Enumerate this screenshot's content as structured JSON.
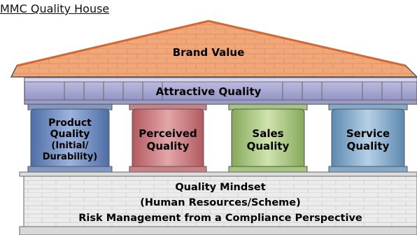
{
  "title": "MMC Quality House",
  "roof": {
    "label": "Brand Value"
  },
  "frieze": {
    "label": "Attractive Quality"
  },
  "pillars": [
    {
      "lines": [
        "Product",
        "Quality",
        "(Initial/",
        "Durability)"
      ],
      "color": "#6f8dbd"
    },
    {
      "lines": [
        "Perceived",
        "Quality"
      ],
      "color": "#c9757a"
    },
    {
      "lines": [
        "Sales",
        "Quality"
      ],
      "color": "#a8c77c"
    },
    {
      "lines": [
        "Service",
        "Quality"
      ],
      "color": "#7fa8c9"
    }
  ],
  "foundation": {
    "lines": [
      "Quality Mindset",
      "(Human Resources/Scheme)",
      "Risk Management from a Compliance Perspective"
    ]
  },
  "colors": {
    "roof": "#f0a779",
    "frieze": "#a9a9d4",
    "foundation": "#ececec",
    "outline": "#555555"
  }
}
